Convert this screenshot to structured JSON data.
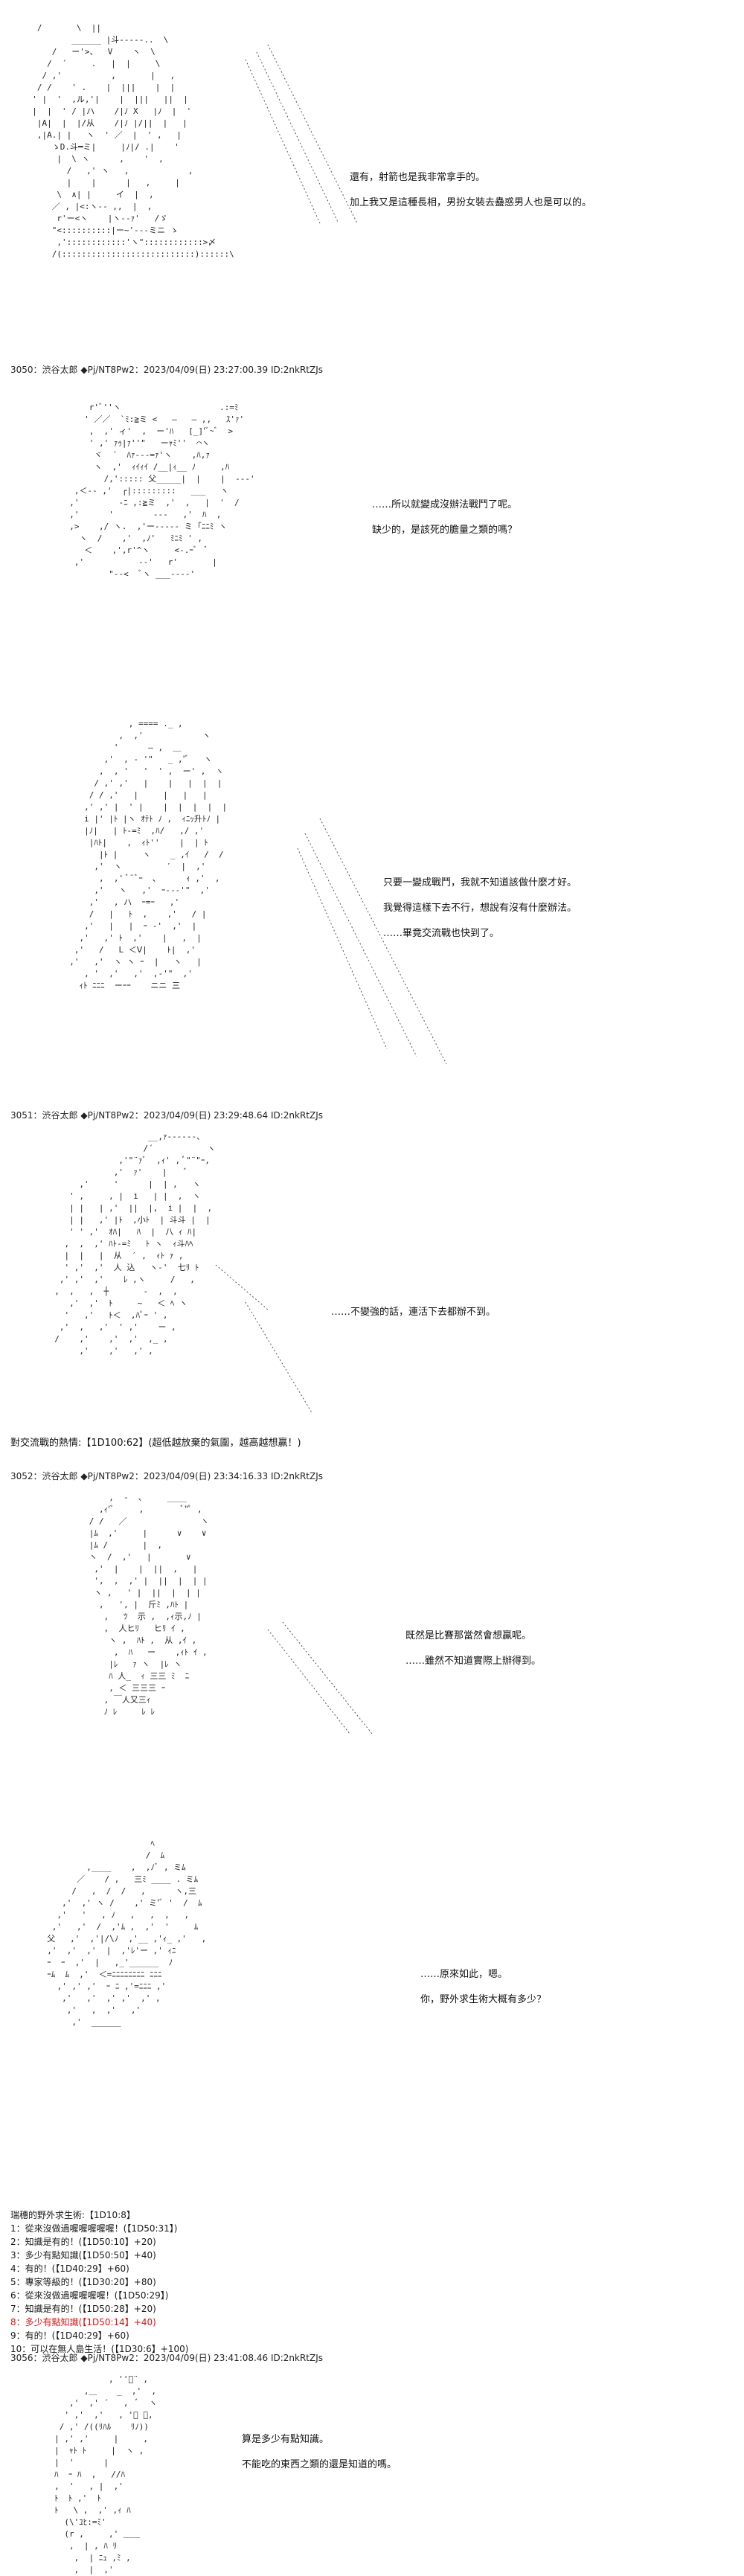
{
  "posts": [
    {
      "id": "p0",
      "art": "   /       \\  ||                         \n          ______ |斗-----..  \\            \n      /   ー'>、  V    ヽ  \\             \n     /  ´     .   |  |     \\             \n    / ,'          ,       |   ,         \n   / /    ' .    |  |||    |  |         \n  ' |  '  ,ル,'|    |  |||   ||  |      \n  |  |  ' / |ハ    /|ﾉ X   |ﾉ  |  '     \n   |A|  |  |/从    /|ﾉ |/||  |   |     \n   ,|A.| |   ヽ  ' ／  |  ' ,   |      \n      ゝD.斗━ミ|     |ﾉ|/ .|    '      \n       |  \\ ヽ      ,    '  ,        \n         /   ,' ヽ   ,            ,    \n         |    |      |   ,     |     \n       \\  ∧| |     イ  |  ,         \n      ／ , |<:ヽ-- ,,  |  ,          \n       r'ー<ヽ    |ヽ--ｧ'   /ゞ      \n      \"<::::::::::|ー~'---ミニ ゝ       \n       ,'::::::::::::'ヽ\"::::::::::::>〆    \n      /(:::::::::::::::::::::::::::)::::::\\",
      "lines": [
        "還有，射箭也是我非常拿手的。",
        "加上我又是這種長相，男扮女裝去蠱惑男人也是可以的。"
      ],
      "header": "",
      "footer": ""
    },
    {
      "id": "p1",
      "header": "3050：渋谷太郎 ◆Pj/NT8Pw2：2023/04/09(日) 23:27:00.39 ID:2nkRtZJs",
      "art": "      r'ﾞ''ヽ                    .:=ﾐ  \n     ' ／／  `ﾐ:≧ミ <   ―   ― ,,   ｽ'ｧ' \n      ,  ,' ィ'  ,  ー'ﾊ   [_]'ﾞ~ﾞ  >  \n      ' ,' ｧｩ|ｧ''\"   ーｬﾐ''  ⌒ヽ    \n       ヾ  ´  ﾊｧ---=ｧ'ヽ    ,ﾊ,ｧ  \n       ヽ  ,'  ｨｲｨｲ /__|ｨ__ ﾉ     ,ﾊ  \n         /,'::::: 父_____|  |    |  ---'\n   ,＜-- ,'  ┌|:::::::::   ___   ヽ     \n  ,'        -ﾆ ,:≧ミ  ,'  ,   |  '  /  \n  ,'      '        ---   ,'  ﾊ  ,   \n  ,>    ,/ ヽ.  ,'ー----- ミ ｢ﾆﾆﾐ ヽ  \n    ヽ  /    ,'  ,ﾉ'   ﾐﾆﾐ ' ,\n     ＜    ,',r'^ヽ     <-.ｰﾞ  ﾞ\n   ,'           --'   r'       |  \n          \"--<  ﾞヽ ___----'",
      "lines": [
        "……所以就變成沒辦法戰鬥了呢。",
        "缺少的，是該死的膽量之類的嗎？"
      ],
      "footer": ""
    },
    {
      "id": "p2",
      "header": "",
      "art": "              , ==== ._ ,\n            ,  ,'            ヽ\n           '      ― ,  ＿\n         ,'  , - '\"   _ ,'ﾞ   ヽ\n        ,  , '   '  ' ,  ー' ,  ヽ\n       / ,' ,'   |    |   |  |  |\n      / / ,'   |     |   |   |\n     ,' ,' |  ' |    |  |  |  |  |\n     i |' |ﾄ |ヽ ｵﾃﾄ ﾉ ,  ｨﾆｯ升ﾄﾉ |\n     |ﾉ|   | ﾄ-=ﾐ  ,ﾊ/   ,/ ,'\n      |ﾊﾄ|    ,  ｨﾄ''    |  | ﾄ\n        |ﾄ |     ヽ    _ ,ｲ   /  /\n       ,'  ヽ         ′  |  ,'\n        ,  ,' ﾞ¨ﾞｰ  ､      ｨ ,'  ,\n       ,'   ヽ   ,'  ｰ---'\"  ,'\n      ,'   , ハ  ｰ=ｰ   ,'\n      /   |   ﾄ  ,    ,'   / |\n     ,'   |   |  ｰ -'  ,'  |\n    ,'   ,' ﾄ  ,'    |   ,  |\n   ,'   /   L ＜Ⅴ|    ﾄ|  ,'\n  ,'   ,'  ヽ ヽ ｰ  |   ヽ   |\n     , '  ,'   ,'  ,-'\"  ,'\n    ｨﾄ ﾆﾆﾆ  ーｰｰ    ニニ 三",
      "lines": [
        "只要一變成戰鬥，我就不知道該做什麼才好。",
        "我覺得這樣下去不行，想說有沒有什麼辦法。",
        "……畢竟交流戰也快到了。"
      ],
      "footer": ""
    },
    {
      "id": "p3",
      "header": "3051：渋谷太郎 ◆Pj/NT8Pw2：2023/04/09(日) 23:29:48.64 ID:2nkRtZJs",
      "art": "                     __,ｧ------、 \n                    /´           ヽ\n               ,'\"¨ｧﾞ  ,ｨ' , ﾞ\"¨\"ｰ,\n              ,'  ｧ'    |    ﾞ \n       ,'     '      |  | ,   ヽ\n     ' ,     , |  i   | |  ,  ヽ\n     | |   | ,'  ||  |,  i |  |  ,\n     | |   ,' |ﾄ  ,小ﾄ  | 斗斗 |  |\n     ' ' ,'  ｵﾊ|   ﾊ  |  八 ｨ ﾊ|\n    ,  ,  ,' ﾊﾄ-=ﾐ   ﾄ ヽ  ｨ斗ﾊﾍ\n    |  |   |  从  ′ ,  ｨﾄ ｧ ,\n    ' ,'  ,'  人 込   ヽ-'  七ﾘ ﾄ\n   ,' ,'  ,'    ﾚ ,ヽ     /   ,\n  ,  ,   ,  ┼       -  ,  ,\n     ,'  ,'  ﾄ     ~   ＜ ﾍ ヽ\n    '   ,'   ﾄ＜  ,ﾊﾟｰ ' ,\n   ,'  ,   ,'  ' ,'    ー ,\n  /    ,'    ,'  ,'  ,_ ,\n       ,'    ,'   ,' ,",
      "lines": [
        "……不變強的話，連活下去都辦不到。"
      ],
      "footer": "對交流戰的熱情:【1D100:62】(超低越放棄的氣圍，越高越想贏！)"
    },
    {
      "id": "p4",
      "header": "3052：渋谷太郎 ◆Pj/NT8Pw2：2023/04/09(日) 23:34:16.33 ID:2nkRtZJs",
      "art": "          ,  -  ､     ____\n        ,ｨ'ﾞ     ,        ﾞ\"ﾟ ,\n      / /   ／               ヽ\n      |ﾑ  ,'     |      ∨    ∨\n      |ﾑ /       |  ,       \n      ヽ  /  ,'   |       ∨  \n       ,'  |    |  ||  ,   |\n       ',  ,  ,' |  ||  |  | |\n       ヽ ,   ' |  ||  |  | |\n        ,   ', |  斤ﾐ ,ﾊﾄ |\n         ,   ﾂ  示 ,  ,ｨ示,ﾉ |\n         ,  人ヒﾘ   ヒﾘ ｲ ,\n          ヽ ,  ﾊﾄ ,  从 ,ｲ ,\n           ,  ﾊ   ー    ,ｨﾄ ｲ ,\n          |ﾚ   ｧ ヽ  |ﾚ ヽ\n          ﾊ 人_  ｨ 三三 ﾐ  ﾆ\n          , ＜ 三三三 ｰ\n         , ￣人又三ｨ\n         ﾉ ﾚ     ﾚ ﾚ",
      "lines": [
        "既然是比賽那當然會想贏呢。",
        "……雖然不知道實際上辦得到。"
      ],
      "footer": ""
    },
    {
      "id": "p5",
      "header": "",
      "art": "                       ﾍ\n                      /  ﾑ\n          ,____    ,  ,ﾉﾞ , ミﾑ\n        ／    / ,   三ﾐ ____ . ミﾑ\n       /   ,  /  /   ,      ヽ,三\n     ,'  ,' ヽ /    ,' ミ'ﾞ '  /  ﾑ\n    ,'   '   , ﾉ   ,   ,  ,   ,  \n   ,'   ,'  /  ,'ﾑ ,  ,'  '     ﾑ\n  父   ,'  ,'|/\\ﾉ  ,'__ ,'ｨ_ ,'   ,\n  ,'  ,'  ,'  |  ,'ﾚ'ー ,' ｨﾆ    \n  ｰ  ｰ  ,'  |   ,_'______  ﾉ\n  ｰﾑ  ﾑ  ,'  ＜=ﾆﾆﾆﾆﾆﾆﾆﾆ ﾆﾆﾆ\n    ,' ,' ,'  ｰ ﾆ ,'=ﾆﾆﾆ ,'\n     ,'   ,'  ,' ,'  ,' ,\n      ,'   ,  ,'   ,'\n       ,'  ______",
      "lines": [
        "……原來如此，嗯。",
        "你，野外求生術大概有多少？"
      ],
      "footer": ""
    },
    {
      "id": "p6",
      "header": "3056：渋谷太郎 ◆Pj/NT8Pw2：2023/04/09(日) 23:41:08.46 ID:2nkRtZJs",
      "art": "                , ''ﾞ¨ ,\n           ,＿    _  ,'  ,\n        ,'  ,' ´   ,  ﾞ  ヽ\n       ' ,'  ,'   , 'ﾞ ﾞ,\n      / ,' /((ﾘﾊﾙ    ﾘﾉ))\n     | ,' ,'     |     ,\n     |  ｬﾄ ﾄ     |  ヽ , \n     |  '      |\n     ﾊ  ｰ ﾊ  ,   //ﾊ\n     ,  '   , |  ,'\n     ﾄ  ﾄ ,'  ﾄ\n     ﾄ   \\ ,  ,' ,ｨ ﾊ\n       (\\'ﾕﾋ:=ﾐ' \n       (r ,     ,' ＿＿\n        ,  | , ﾊ ﾘ\n         ,  | ﾆｭ ,ﾐ ,\n         ,  |  ,'",
      "lines": [
        "算是多少有點知識。",
        "不能吃的東西之類的還是知道的嗎。"
      ],
      "footer": ""
    }
  ],
  "survival": {
    "title": "瑞穗的野外求生術:【1D10:8】",
    "items": [
      {
        "label": "1：從來沒做過喔喔喔喔喔！(【1D50:31】)"
      },
      {
        "label": "2：知識是有的！(【1D50:10】+20)"
      },
      {
        "label": "3：多少有點知識(【1D50:50】+40)"
      },
      {
        "label": "4：有的！(【1D40:29】+60)"
      },
      {
        "label": "5：專家等級的！(【1D30:20】+80)"
      },
      {
        "label": "6：從來沒做過喔喔喔喔！(【1D50:29】)"
      },
      {
        "label": "7：知識是有的！(【1D50:28】+20)"
      },
      {
        "label": "8：多少有點知識(【1D50:14】+40)",
        "highlight": true
      },
      {
        "label": "9：有的！(【1D40:29】+60)"
      },
      {
        "label": "10：可以在無人島生活！(【1D30:6】+100)"
      }
    ],
    "highlight_color": "#e01010"
  }
}
